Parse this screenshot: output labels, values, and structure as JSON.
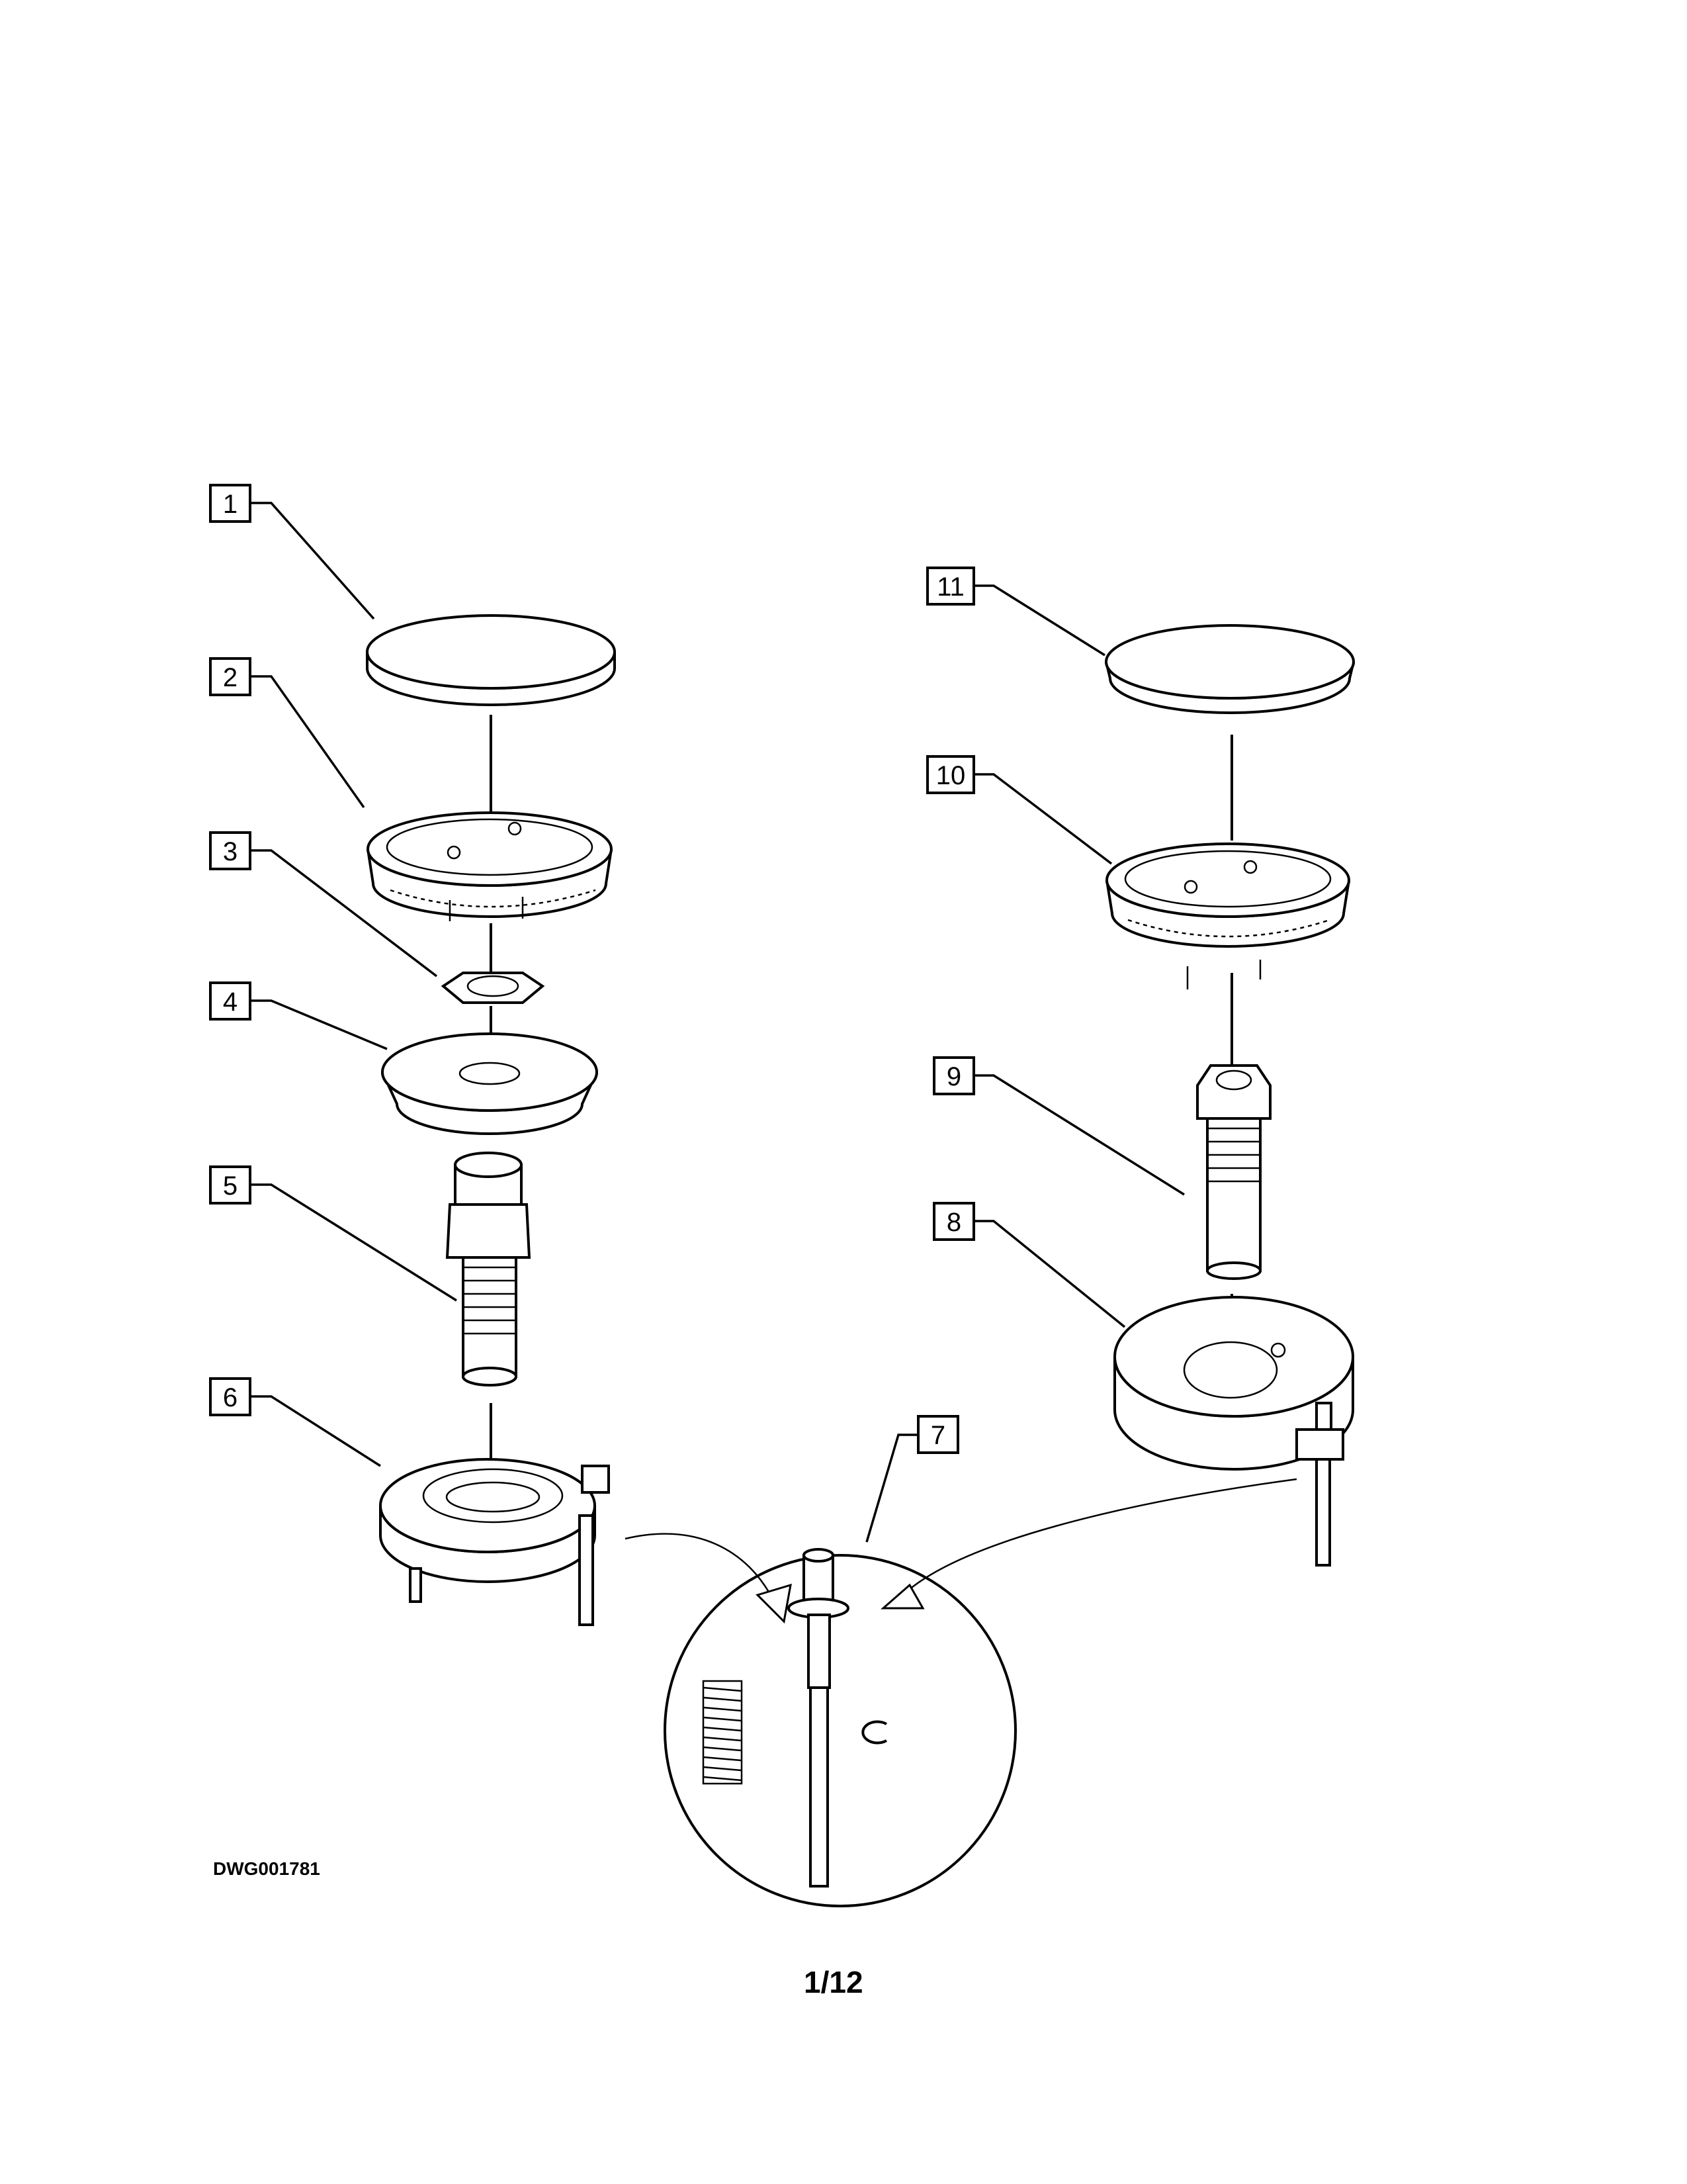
{
  "callouts": [
    {
      "id": "1",
      "label": "1"
    },
    {
      "id": "2",
      "label": "2"
    },
    {
      "id": "3",
      "label": "3"
    },
    {
      "id": "4",
      "label": "4"
    },
    {
      "id": "5",
      "label": "5"
    },
    {
      "id": "6",
      "label": "6"
    },
    {
      "id": "7",
      "label": "7"
    },
    {
      "id": "8",
      "label": "8"
    },
    {
      "id": "9",
      "label": "9"
    },
    {
      "id": "10",
      "label": "10"
    },
    {
      "id": "11",
      "label": "11"
    }
  ],
  "drawing_number": "DWG001781",
  "page_number": "1/12"
}
